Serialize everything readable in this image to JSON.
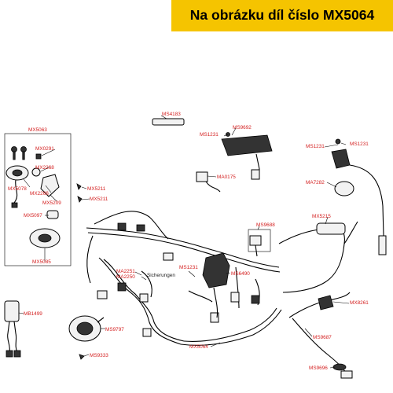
{
  "banner": {
    "text": "Na obrázku díl číslo MX5064",
    "color": "#f5c400"
  },
  "colors": {
    "label": "#d42020",
    "line": "#000000"
  },
  "labels": {
    "MS4183": "MS4183",
    "MS1231_a": "MS1231",
    "MS9692": "MS9692",
    "MX5063": "MX5063",
    "MX0291": "MX0291",
    "MX2268": "MX2268",
    "MX5078": "MX5078",
    "MX2266": "MX2266",
    "MX5209": "MX5209",
    "MX5097": "MX5097",
    "MX5085": "MX5085",
    "MX5211_a": "MX5211",
    "MX5211_b": "MX5211",
    "MA0175": "MA0175",
    "MS1231_b": "MS1231",
    "MS1231_c": "MS1231",
    "MA7282": "MA7282",
    "MX5215": "MX5215",
    "MS9688": "MS9688",
    "MA2251": "MA2251",
    "MA2250": "MA2250",
    "Sicherungen": "Sicherungen",
    "MS1231_d": "MS1231",
    "MS6490": "MS6490",
    "MB1499": "MB1499",
    "MS9797": "MS9797",
    "MX8261": "MX8261",
    "MS9687": "MS9687",
    "MX5064": "MX5064",
    "MS9333": "MS9333",
    "MS9696": "MS9696"
  }
}
